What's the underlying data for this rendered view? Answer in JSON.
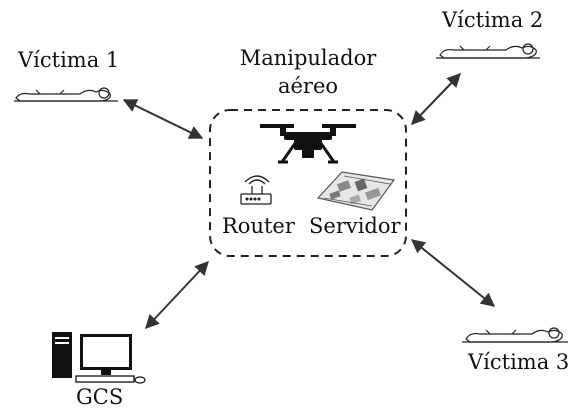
{
  "center": {
    "title_line1": "Manipulador",
    "title_line2": "aéreo",
    "router_label": "Router",
    "server_label": "Servidor"
  },
  "nodes": {
    "victim1": "Víctima 1",
    "victim2": "Víctima 2",
    "victim3": "Víctima 3",
    "gcs": "GCS"
  },
  "colors": {
    "stroke": "#333333",
    "dashed_border": "#222222"
  },
  "icons": {
    "drone": "drone-icon",
    "router": "router-icon",
    "server": "server-board-icon",
    "victim": "lying-person-icon",
    "computer": "desktop-computer-icon"
  }
}
